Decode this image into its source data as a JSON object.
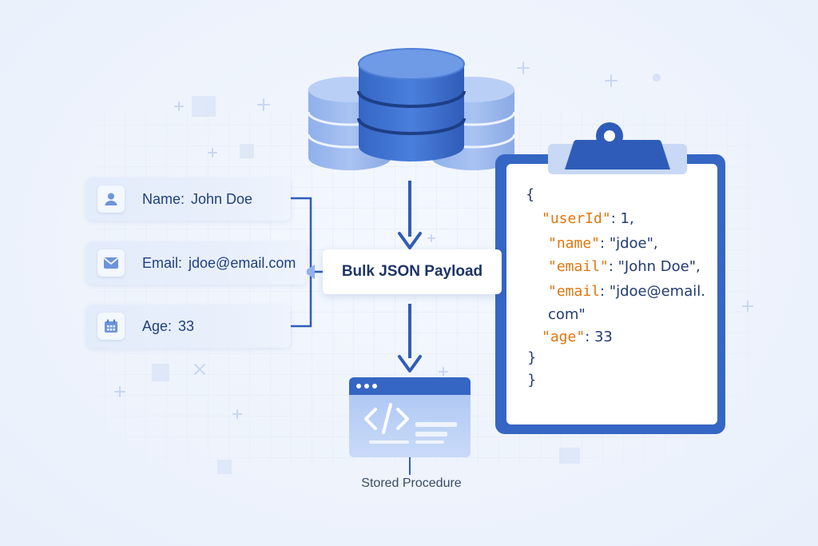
{
  "fields": [
    {
      "label": "Name:",
      "value": "John Doe",
      "icon": "user-icon"
    },
    {
      "label": "Email:",
      "value": "jdoe@email.com",
      "icon": "envelope-icon"
    },
    {
      "label": "Age:",
      "value": "33",
      "icon": "calendar-icon"
    }
  ],
  "payload": {
    "label": "Bulk JSON Payload"
  },
  "json_lines": [
    {
      "key": "",
      "text": "{"
    },
    {
      "key": "\"userId\"",
      "text": ": 1,"
    },
    {
      "key": "\"name\"",
      "text": ": \"jdoe\","
    },
    {
      "key": "\"email\"",
      "text": ": \"John Doe\","
    },
    {
      "key": "\"email",
      "text": ": \"jdoe@email."
    },
    {
      "key": "",
      "text": "com\""
    },
    {
      "key": "\"age\"",
      "text": ": 33"
    },
    {
      "key": "",
      "text": "}"
    },
    {
      "key": "",
      "text": "}"
    }
  ],
  "stored_procedure": {
    "label": "Stored Procedure",
    "icon": "code-window-icon"
  },
  "database": {
    "icon": "database-icon"
  },
  "clipboard": {
    "icon": "clipboard-icon"
  },
  "colors": {
    "primary_blue": "#3f6fcc",
    "dark_blue": "#2f5cb8",
    "json_key": "#e2760e",
    "text_navy": "#1f3f80"
  }
}
